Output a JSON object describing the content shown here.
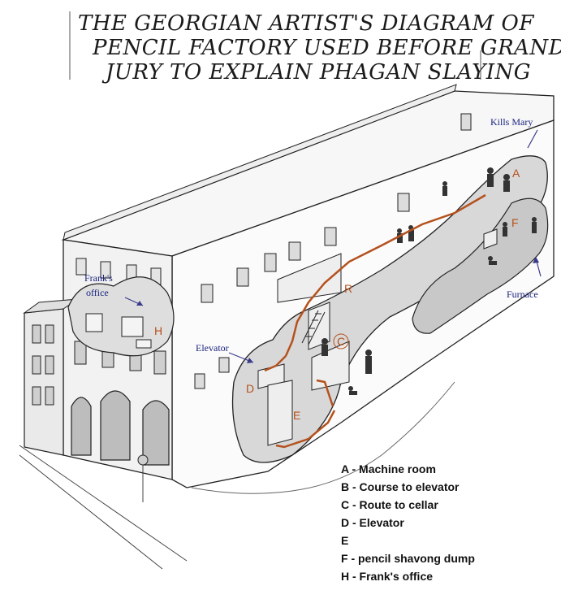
{
  "headline": {
    "line1": "THE GEORGIAN ARTIST'S DIAGRAM OF",
    "line2": "PENCIL FACTORY USED BEFORE GRAND",
    "line3": "JURY TO EXPLAIN PHAGAN SLAYING"
  },
  "labels": {
    "kills_mary": "Kills Mary",
    "franks_office_1": "Frank's",
    "franks_office_2": "office",
    "elevator": "Elevator",
    "furnace": "Furnace"
  },
  "letters": {
    "a": "A",
    "f": "F",
    "r": "R",
    "c": "C",
    "h": "H",
    "d": "D",
    "e": "E"
  },
  "legend": [
    "A - Machine room",
    "B - Course to elevator",
    "C - Route to cellar",
    "D - Elevator",
    "E",
    "F - pencil shavong dump",
    "H - Frank's office"
  ],
  "colors": {
    "route": "#b5511d",
    "label_text": "#1a237e",
    "arrow": "#3a3a8c"
  }
}
